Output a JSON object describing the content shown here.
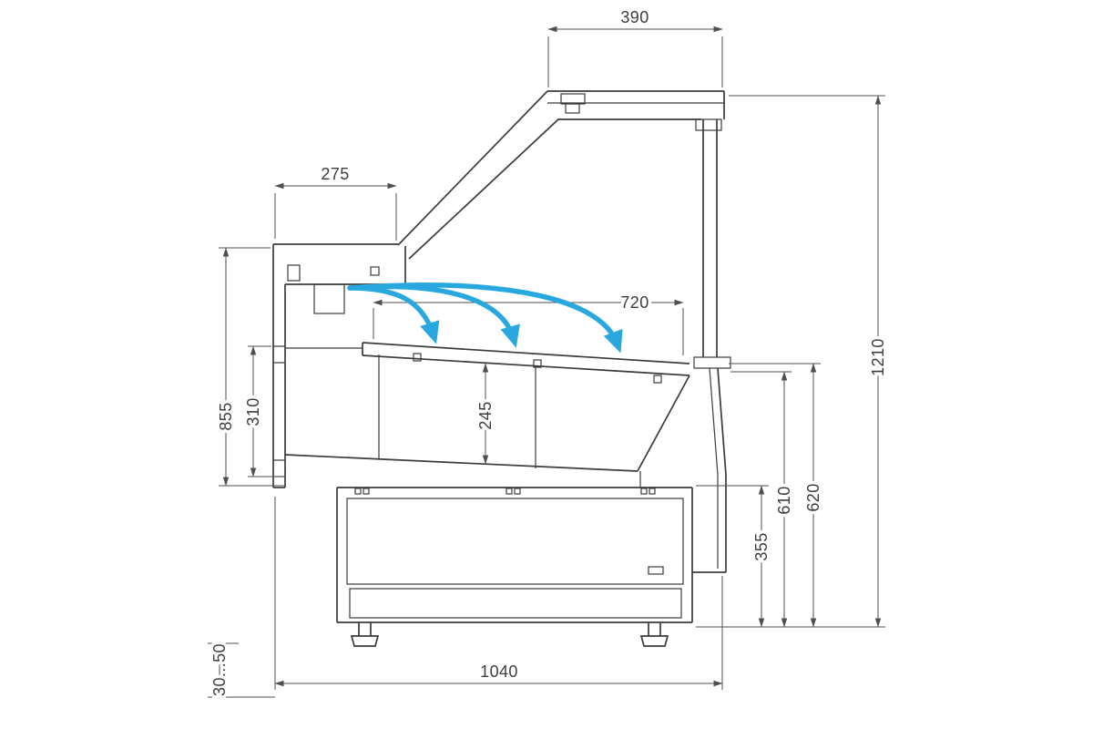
{
  "drawing": {
    "colors": {
      "outline": "#3b3b3b",
      "dimension": "#4f4f4f",
      "airflow": "#29a8e0",
      "background": "#ffffff"
    },
    "airflow": {
      "arrow_count": 3
    },
    "dimensions": {
      "canopy_width": "390",
      "rear_top_depth": "275",
      "display_opening_depth": "720",
      "rear_height": "855",
      "rear_lower_height": "310",
      "well_depth": "245",
      "overall_height": "1210",
      "front_height_outer": "620",
      "front_height_inner": "610",
      "base_front_height": "355",
      "base_depth": "1040",
      "feet_adjust_range": "30...50"
    }
  }
}
